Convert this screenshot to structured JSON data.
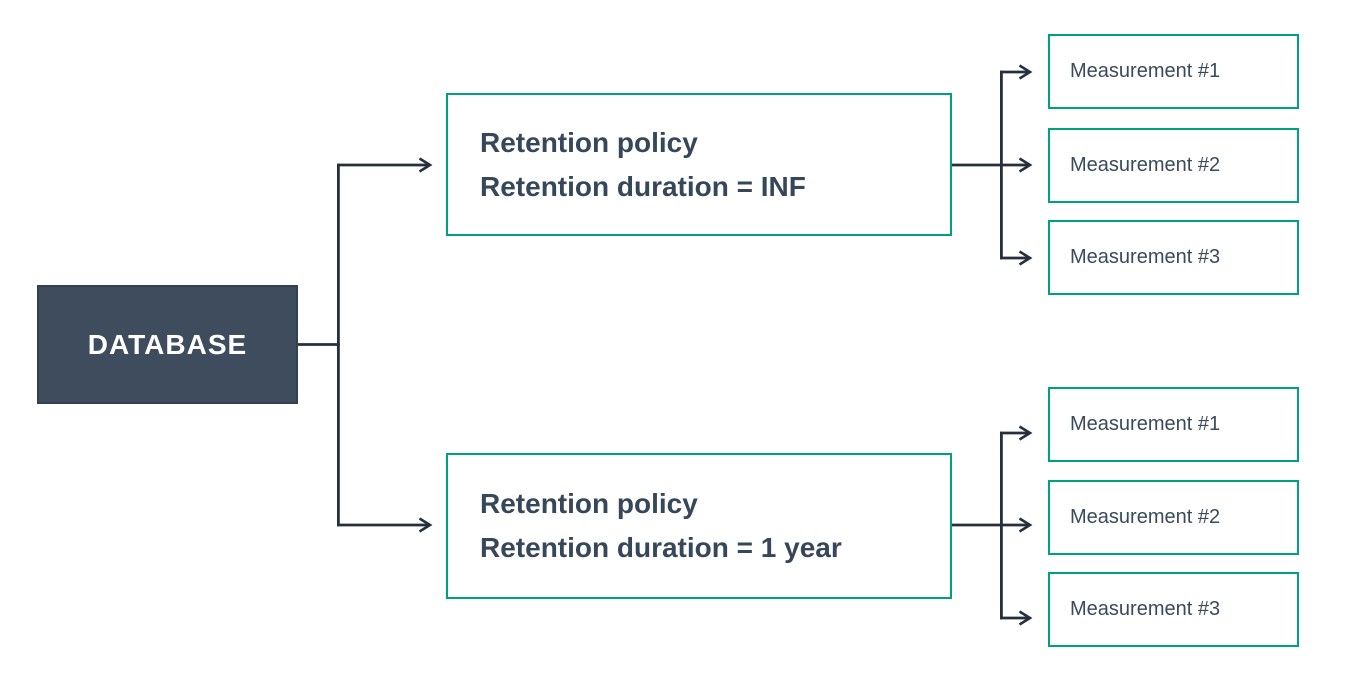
{
  "diagram": {
    "root": {
      "label": "DATABASE"
    },
    "branches": [
      {
        "policy": {
          "line1": "Retention policy",
          "line2": "Retention duration = INF"
        },
        "measurements": [
          "Measurement #1",
          "Measurement #2",
          "Measurement #3"
        ]
      },
      {
        "policy": {
          "line1": "Retention policy",
          "line2": "Retention duration = 1 year"
        },
        "measurements": [
          "Measurement #1",
          "Measurement #2",
          "Measurement #3"
        ]
      }
    ],
    "colors": {
      "background": "#FFFFFF",
      "root_fill": "#3E4C5E",
      "root_text": "#FFFFFF",
      "box_border": "#00A27C",
      "connector_line": "#26303C",
      "label_text": "#37475A"
    }
  }
}
